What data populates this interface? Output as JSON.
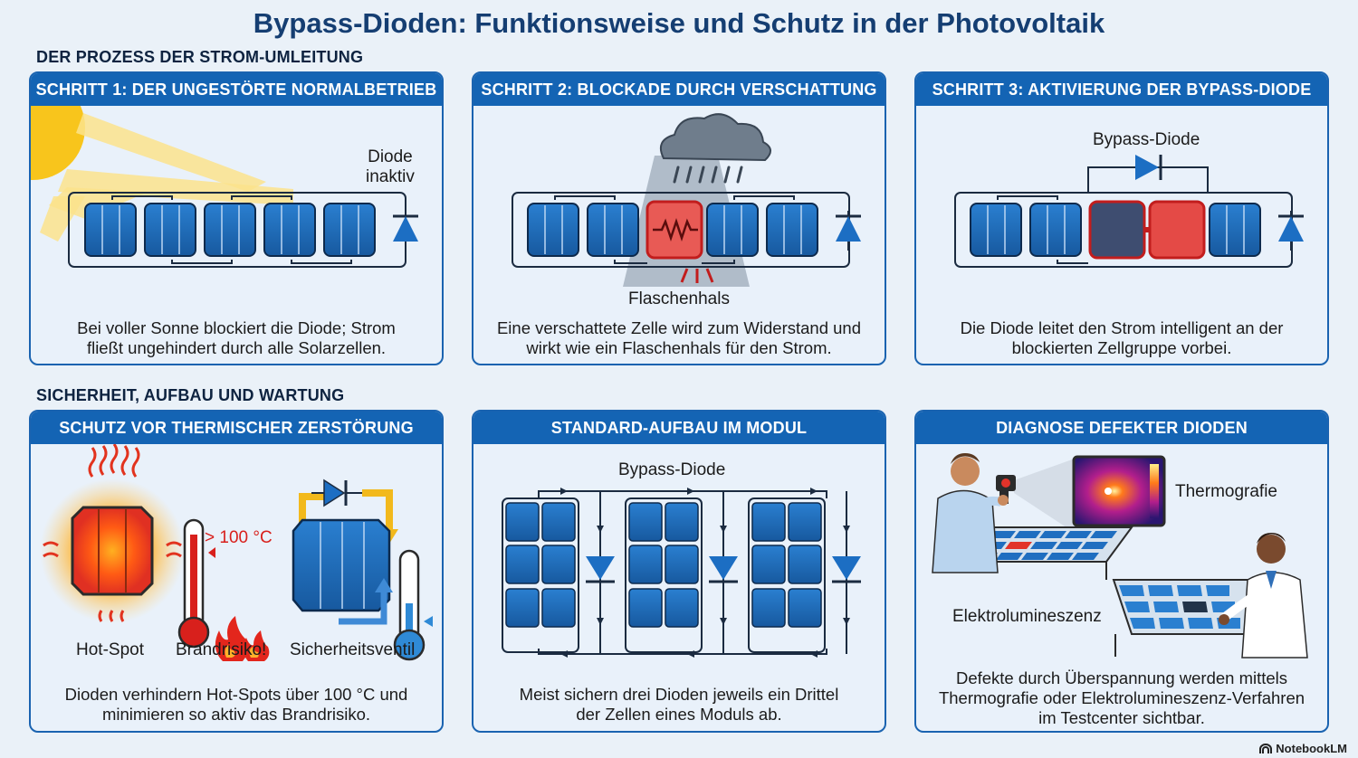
{
  "title": "Bypass-Dioden: Funktionsweise und Schutz in der Photovoltaik",
  "sections": {
    "process": "DER PROZESS DER STROM-UMLEITUNG",
    "safety": "SICHERHEIT, AUFBAU UND WARTUNG"
  },
  "panels": {
    "step1": {
      "header": "SCHRITT 1: DER UNGESTÖRTE NORMALBETRIEB",
      "label_diode_line1": "Diode",
      "label_diode_line2": "inaktiv",
      "caption_line1": "Bei voller Sonne blockiert die Diode; Strom",
      "caption_line2": "fließt ungehindert durch alle Solarzellen."
    },
    "step2": {
      "header": "SCHRITT 2: BLOCKADE DURCH VERSCHATTUNG",
      "label_bottleneck": "Flaschenhals",
      "caption_line1": "Eine verschattete Zelle wird zum Widerstand und",
      "caption_line2": "wirkt wie ein Flaschenhals für den Strom."
    },
    "step3": {
      "header": "SCHRITT 3: AKTIVIERUNG DER BYPASS-DIODE",
      "label_bypass": "Bypass-Diode",
      "caption_line1": "Die Diode leitet den Strom intelligent an der",
      "caption_line2": "blockierten Zellgruppe vorbei."
    },
    "thermal": {
      "header": "SCHUTZ VOR THERMISCHER ZERSTÖRUNG",
      "temp_label": "> 100 °C",
      "label_hotspot": "Hot-Spot",
      "label_fire": "Brandrisiko!",
      "label_valve": "Sicherheitsventil",
      "caption_line1": "Dioden verhindern Hot-Spots über 100 °C und",
      "caption_line2": "minimieren so aktiv das Brandrisiko."
    },
    "standard": {
      "header": "STANDARD-AUFBAU IM MODUL",
      "label_bypass": "Bypass-Diode",
      "caption_line1": "Meist sichern drei Dioden jeweils ein Drittel",
      "caption_line2": "der Zellen eines Moduls ab."
    },
    "diagnosis": {
      "header": "DIAGNOSE DEFEKTER DIODEN",
      "label_thermo": "Thermografie",
      "label_electro": "Elektrolumineszenz",
      "caption_line1": "Defekte durch Überspannung werden mittels",
      "caption_line2": "Thermografie oder Elektrolumineszenz-Verfahren",
      "caption_line3": "im Testcenter sichtbar."
    }
  },
  "brand": "NotebookLM",
  "colors": {
    "header_blue": "#1464b4",
    "cell_blue": "#1f6ec0",
    "hot_red": "#e0322a",
    "sun_yellow": "#f7c51e"
  }
}
